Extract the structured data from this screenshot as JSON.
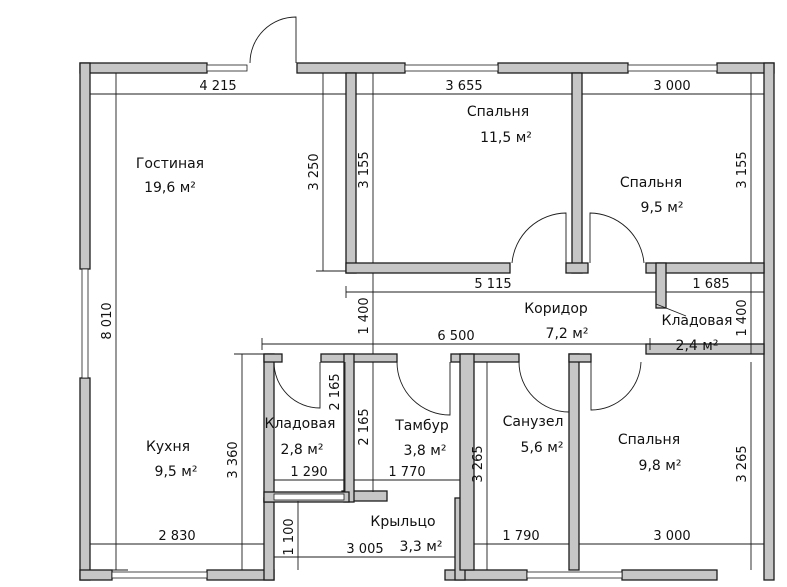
{
  "rooms": [
    {
      "name": "Гостиная",
      "area": "19,6 м²"
    },
    {
      "name": "Спальня",
      "area": "11,5 м²"
    },
    {
      "name": "Спальня",
      "area": "9,5 м²"
    },
    {
      "name": "Коридор",
      "area": "7,2 м²"
    },
    {
      "name": "Кладовая",
      "area": "2,4 м²"
    },
    {
      "name": "Кухня",
      "area": "9,5 м²"
    },
    {
      "name": "Кладовая",
      "area": "2,8 м²"
    },
    {
      "name": "Тамбур",
      "area": "3,8 м²"
    },
    {
      "name": "Санузел",
      "area": "5,6 м²"
    },
    {
      "name": "Спальня",
      "area": "9,8 м²"
    },
    {
      "name": "Крыльцо",
      "area": "3,3 м²"
    }
  ],
  "dimensions": {
    "living_width": "4 215",
    "bedroom1_width": "3 655",
    "bedroom2_width": "3 000",
    "living_partial_height": "3 250",
    "bedroom1_height": "3 155",
    "bedroom2_height": "3 155",
    "corridor_length": "5 115",
    "storage2_width": "1 685",
    "corridor_width": "1 400",
    "storage2_height": "1 400",
    "overall_height": "8 010",
    "inner_width": "6 500",
    "kitchen_height": "3 360",
    "storage1_height": "2 165",
    "vestibule_height": "2 165",
    "bathroom_height": "3 265",
    "bedroom3_height": "3 265",
    "storage1_width": "1 290",
    "vestibule_width": "1 770",
    "kitchen_width": "2 830",
    "porch_height": "1 100",
    "porch_width": "3 005",
    "bathroom_width": "1 790",
    "bedroom3_width": "3 000"
  },
  "colors": {
    "wall": "#c6c6c6",
    "line": "#1c1c1c",
    "background": "#ffffff"
  }
}
